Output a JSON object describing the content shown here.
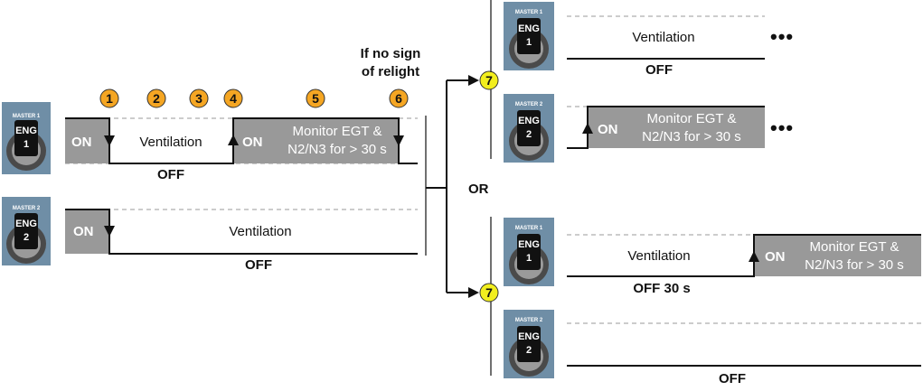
{
  "steps": [
    "1",
    "2",
    "3",
    "4",
    "5",
    "6"
  ],
  "step7": "7",
  "switches": {
    "master1": "MASTER 1",
    "master2": "MASTER 2",
    "eng": "ENG",
    "num1": "1",
    "num2": "2"
  },
  "labels": {
    "on": "ON",
    "off": "OFF",
    "off30": "OFF 30 s",
    "ventilation": "Ventilation",
    "monitor_line1": "Monitor EGT &",
    "monitor_line2": "N2/N3 for > 30 s",
    "relight_line1": "If no sign",
    "relight_line2": "of relight",
    "or": "OR",
    "continues": "•••"
  },
  "colors": {
    "badge_orange": "#f5a623",
    "badge_yellow": "#f2ee1e",
    "gray_block": "#999999",
    "switch_panel": "#6f8ea6",
    "switch_face": "#111111"
  }
}
